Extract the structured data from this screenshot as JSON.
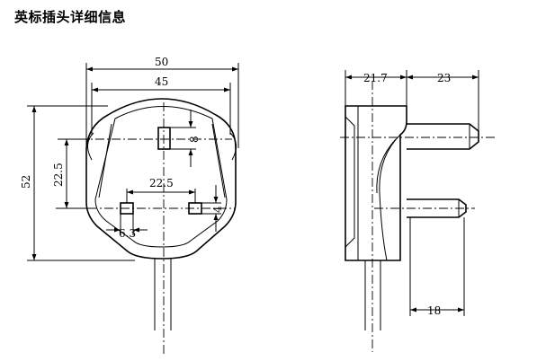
{
  "title": "英标插头详细信息",
  "front_view": {
    "dims": {
      "width_outer": "50",
      "width_inner": "45",
      "height_total": "52",
      "pin_offset": "22.5",
      "pin_spacing": "22.5",
      "earth_pin_width": "8",
      "pin_width": "4",
      "pin_thickness": "6.3"
    }
  },
  "side_view": {
    "dims": {
      "body_depth": "21.7",
      "pin_length": "23",
      "lower_pin_length": "18"
    }
  }
}
